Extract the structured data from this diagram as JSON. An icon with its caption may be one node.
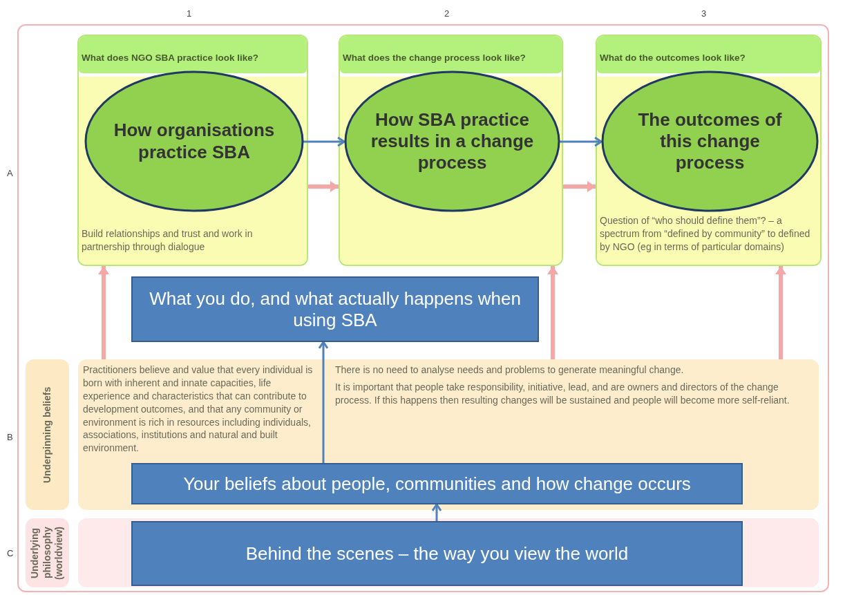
{
  "diagram": {
    "nodes": [
      {
        "text": [
          "What does NGO SBA practice look like?",
          "Build relationships and trust and work in partnership through dialogue"
        ]
      },
      {
        "text": [
          "What does the change process look like?"
        ]
      },
      {
        "text": [
          "What do the outcomes look like?",
          "Question of “who should define them”? – a spectrum from “defined by community” to defined by NGO (eg in terms of particular domains)"
        ]
      },
      {
        "text": [
          "How organisations practice SBA"
        ],
        "in": 0
      },
      {
        "text": [
          "How SBA practice results in a change process"
        ],
        "in": 1
      },
      {
        "text": [
          "The outcomes of this change process"
        ],
        "in": 2
      },
      {
        "text": [
          "What you do, and what actually happens when using SBA"
        ]
      },
      {
        "text": [
          "Underpinning beliefs"
        ]
      },
      {
        "text": [
          "Practitioners believe and value that every individual is born with inherent and innate capacities, life experience and characteristics that can contribute to development outcomes, and that any community or environment is rich in resources including individuals, associations, institutions and natural and built environment.",
          "There is no need to analyse needs and problems to generate meaningful change.",
          "It is important that people take responsibility, initiative, lead, and are owners and directors of the change process. If this happens then resulting changes will be sustained and people will become more self-reliant."
        ]
      },
      {
        "text": [
          "Your beliefs about people, communities and how change occurs"
        ],
        "in": 8
      },
      {
        "text": [
          "Underlying philosophy (worldview)"
        ]
      },
      {
        "text": [],
        "shape": "box"
      },
      {
        "text": [
          "Behind the scenes – the way you view the world"
        ],
        "in": 11
      }
    ],
    "edges": [
      {
        "from": 3,
        "to": 4,
        "arrow": "to",
        "color": "#4f81bd"
      },
      {
        "from": 4,
        "to": 5,
        "arrow": "to",
        "color": "#4f81bd"
      },
      {
        "from": 0,
        "to": 1,
        "arrow": "to"
      },
      {
        "from": 1,
        "to": 2,
        "arrow": "to"
      },
      {
        "from": 8,
        "to": 0,
        "arrow": "to"
      },
      {
        "from": 8,
        "to": 1,
        "arrow": "to"
      },
      {
        "from": 8,
        "to": 2,
        "arrow": "to"
      },
      {
        "from": 9,
        "to": 6,
        "arrow": "to",
        "color": "#4f81bd"
      },
      {
        "from": 12,
        "to": 9,
        "arrow": "to",
        "color": "#4f81bd"
      }
    ],
    "labels": [
      "1",
      "2",
      "3",
      "A",
      "B",
      "C"
    ]
  }
}
